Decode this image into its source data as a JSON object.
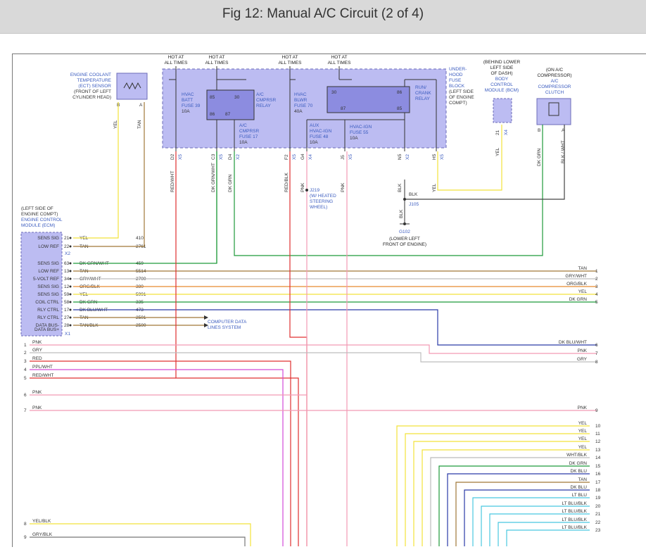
{
  "header": {
    "title": "Fig 12: Manual A/C Circuit (2 of 4)"
  },
  "top": {
    "hot1": [
      "HOT AT",
      "ALL TIMES"
    ],
    "hot2": [
      "HOT AT",
      "ALL TIMES"
    ],
    "hot3": [
      "HOT AT",
      "ALL TIMES"
    ],
    "hot4": [
      "HOT AT",
      "ALL TIMES"
    ],
    "ect": [
      "ENGINE COOLANT",
      "TEMPERATURE",
      "(ECT) SENSOR",
      "(FRONT OF LEFT",
      "CYLINDER HEAD)"
    ],
    "ect_pins": {
      "b": "B",
      "a": "A",
      "yel": "YEL",
      "tan": "TAN"
    },
    "underhood": [
      "UNDER-",
      "HOOD",
      "FUSE",
      "BLOCK",
      "(LEFT SIDE",
      "OF ENGINE",
      "COMPT)"
    ],
    "bcm": [
      "(BEHIND LOWER",
      "LEFT SIDE",
      "OF DASH)",
      "BODY",
      "CONTROL",
      "MODULE (BCM)"
    ],
    "bcm_pins": {
      "pin": "21",
      "conn": "X4",
      "wire": "YEL"
    },
    "compressor": [
      "(ON A/C",
      "COMPRESSOR)",
      "A/C",
      "COMPRESSOR",
      "CLUTCH"
    ],
    "comp_pins": {
      "b": "B",
      "a": "A",
      "w1": "DK GRN",
      "w2": "BLK / WHT"
    }
  },
  "fuses": {
    "hvac_batt": [
      "HVAC",
      "BATT",
      "FUSE 39",
      "10A"
    ],
    "ac_relay": [
      "A/C",
      "CMPRSR",
      "RELAY"
    ],
    "relay_pins": {
      "p85": "85",
      "p30": "30",
      "p86": "86",
      "p87": "87"
    },
    "ac_fuse": [
      "A/C",
      "CMPRSR",
      "FUSE 17",
      "10A"
    ],
    "hvac_blwr": [
      "HVAC",
      "BLWR",
      "FUSE 70",
      "40A"
    ],
    "aux": [
      "AUX",
      "HVAC-IGN",
      "FUSE 48",
      "10A"
    ],
    "hvac_ign": [
      "HVAC-IGN",
      "FUSE 55",
      "10A"
    ],
    "runcrank": [
      "RUN/",
      "CRANK",
      "RELAY"
    ],
    "rc_pins": {
      "p30": "30",
      "p86": "86",
      "p87": "87",
      "p85": "85"
    }
  },
  "conn_labels": [
    {
      "pin": "D2",
      "conn": "X5",
      "wire": "RED/WHT"
    },
    {
      "pin": "C3",
      "conn": "X5",
      "wire": "DK GRN/WHT"
    },
    {
      "pin": "D4",
      "conn": "X2",
      "wire": "DK GRN"
    },
    {
      "pin": "F2",
      "conn": "X5",
      "wire": "RED/BLK"
    },
    {
      "pin": "G4",
      "conn": "X4",
      "wire": "PNK"
    },
    {
      "pin": "J5",
      "conn": "X5",
      "wire": "PNK"
    },
    {
      "pin": "N5",
      "conn": "X2",
      "wire": "BLK"
    },
    {
      "pin": "H5",
      "conn": "X5",
      "wire": "YEL"
    }
  ],
  "j219": [
    "J219",
    "(W/ HEATED",
    "STEERING",
    "WHEEL)"
  ],
  "ground": {
    "blk1": "BLK",
    "j105": "J105",
    "blk2": "BLK",
    "g102": "G102",
    "loc": [
      "(LOWER LEFT",
      "FRONT OF ENGINE)"
    ]
  },
  "ecm": {
    "label": [
      "(LEFT SIDE OF",
      "ENGINE COMPT)",
      "ENGINE CONTROL",
      "MODULE (ECM)"
    ],
    "x2": "X2",
    "x1": "X1",
    "rows": [
      {
        "name": "SENS SIG",
        "pin": "21",
        "wire": "YEL",
        "circ": "410"
      },
      {
        "name": "LOW REF",
        "pin": "22",
        "wire": "TAN",
        "circ": "2761"
      },
      {
        "name": "SENS SIG",
        "pin": "63",
        "wire": "DK GRN/WHT",
        "circ": "459"
      },
      {
        "name": "LOW REF",
        "pin": "13",
        "wire": "TAN",
        "circ": "5514"
      },
      {
        "name": "5-VOLT REF",
        "pin": "34",
        "wire": "GRY/WHT",
        "circ": "2700"
      },
      {
        "name": "SENS SIG",
        "pin": "12",
        "wire": "ORG/BLK",
        "circ": "380"
      },
      {
        "name": "SENS SIG",
        "pin": "59",
        "wire": "YEL",
        "circ": "5991"
      },
      {
        "name": "COIL CTRL",
        "pin": "58",
        "wire": "DK GRN",
        "circ": "335"
      },
      {
        "name": "RLY CTRL",
        "pin": "17",
        "wire": "DK BLU/WHT",
        "circ": "473"
      },
      {
        "name": "RLY CTRL",
        "pin": "27",
        "wire": "TAN",
        "circ": "2501"
      },
      {
        "name": "DATA BUS-",
        "pin": "28",
        "wire": "TAN/BLK",
        "circ": "2500"
      },
      {
        "name": "DATA BUS+",
        "pin": "",
        "wire": "",
        "circ": ""
      }
    ],
    "data_bus": [
      "COMPUTER DATA",
      "LINES SYSTEM"
    ]
  },
  "right_refs": [
    {
      "wire": "TAN",
      "num": "1"
    },
    {
      "wire": "GRY/WHT",
      "num": "2"
    },
    {
      "wire": "ORG/BLK",
      "num": "3"
    },
    {
      "wire": "YEL",
      "num": "4"
    },
    {
      "wire": "DK GRN",
      "num": "5"
    },
    {
      "wire": "DK BLU/WHT",
      "num": "6"
    },
    {
      "wire": "PNK",
      "num": "7"
    },
    {
      "wire": "GRY",
      "num": "8"
    },
    {
      "wire": "PNK",
      "num": "9"
    },
    {
      "wire": "YEL",
      "num": "10"
    },
    {
      "wire": "YEL",
      "num": "11"
    },
    {
      "wire": "YEL",
      "num": "12"
    },
    {
      "wire": "YEL",
      "num": "13"
    },
    {
      "wire": "WHT/BLK",
      "num": "14"
    },
    {
      "wire": "DK GRN",
      "num": "15"
    },
    {
      "wire": "DK BLU",
      "num": "16"
    },
    {
      "wire": "TAN",
      "num": "17"
    },
    {
      "wire": "DK BLU",
      "num": "18"
    },
    {
      "wire": "LT BLU",
      "num": "19"
    },
    {
      "wire": "LT BLU/BLK",
      "num": "20"
    },
    {
      "wire": "LT BLU/BLK",
      "num": "21"
    },
    {
      "wire": "LT BLU/BLK",
      "num": "22"
    },
    {
      "wire": "LT BLU/BLK",
      "num": "23"
    }
  ],
  "left_refs": [
    {
      "num": "1",
      "wire": "PNK"
    },
    {
      "num": "2",
      "wire": "GRY"
    },
    {
      "num": "3",
      "wire": "RED"
    },
    {
      "num": "4",
      "wire": "PPL/WHT"
    },
    {
      "num": "5",
      "wire": "RED/WHT"
    },
    {
      "num": "6",
      "wire": "PNK"
    },
    {
      "num": "7",
      "wire": "PNK"
    },
    {
      "num": "8",
      "wire": "YEL/BLK"
    },
    {
      "num": "9",
      "wire": "GRY/BLK"
    }
  ],
  "colors": {
    "yel": "#f2e23a",
    "tan": "#a07838",
    "dkgrn": "#1f9a3a",
    "red": "#e03030",
    "pnk": "#f29ab4",
    "gry": "#bdbdbd",
    "orgblk": "#e88a2e",
    "dkblu": "#2a3aa8",
    "ltblu": "#49c8e0",
    "ppl": "#d24ad8",
    "blk": "#333333",
    "box": "#b8b8f0",
    "boxborder": "#6b6bb8",
    "label": "#3a5bbf"
  }
}
